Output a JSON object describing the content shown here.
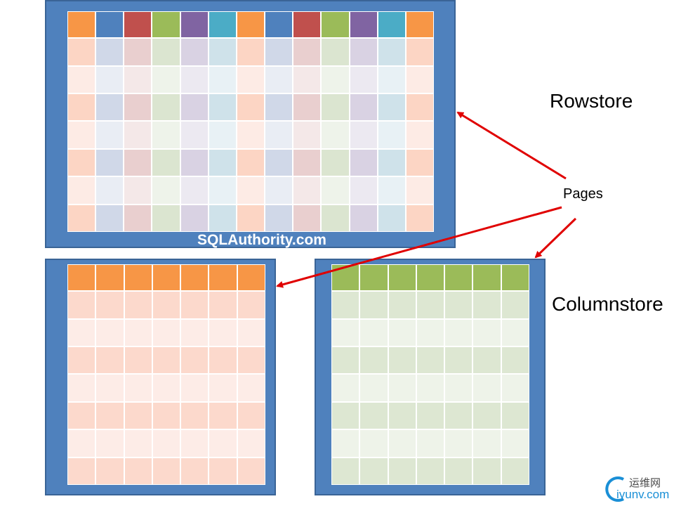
{
  "labels": {
    "rowstore": "Rowstore",
    "columnstore": "Columnstore",
    "pages": "Pages",
    "watermark": "SQLAuthority.com"
  },
  "logo": {
    "chinese_text": "运维网",
    "domain_text": "iyunv.com"
  },
  "colors": {
    "panel": "#4f81bd",
    "arrow": "#e00000",
    "rowstore_headers": [
      "#f79646",
      "#4f81bd",
      "#c0504d",
      "#9bbb59",
      "#8064a2",
      "#4bacc6",
      "#f79646",
      "#4f81bd",
      "#c0504d",
      "#9bbb59",
      "#8064a2",
      "#4bacc6",
      "#f79646"
    ],
    "rowstore_tint_dark": [
      "#fcd5c4",
      "#d0d8e8",
      "#e9cfcf",
      "#dbe5d0",
      "#d9d2e3",
      "#cfe2ea",
      "#fcd5c4",
      "#d0d8e8",
      "#e9cfcf",
      "#dbe5d0",
      "#d9d2e3",
      "#cfe2ea",
      "#fcd5c4"
    ],
    "rowstore_tint_light": [
      "#fdebe5",
      "#e9edf4",
      "#f4e8e8",
      "#eef3ea",
      "#ece9f1",
      "#e8f1f5",
      "#fdebe5",
      "#e9edf4",
      "#f4e8e8",
      "#eef3ea",
      "#ece9f1",
      "#e8f1f5",
      "#fdebe5"
    ],
    "orange": {
      "header": "#f79646",
      "dark": "#fcd9cc",
      "light": "#fdece7"
    },
    "green": {
      "header": "#9bbb59",
      "dark": "#dde7d2",
      "light": "#eef3e9"
    }
  }
}
